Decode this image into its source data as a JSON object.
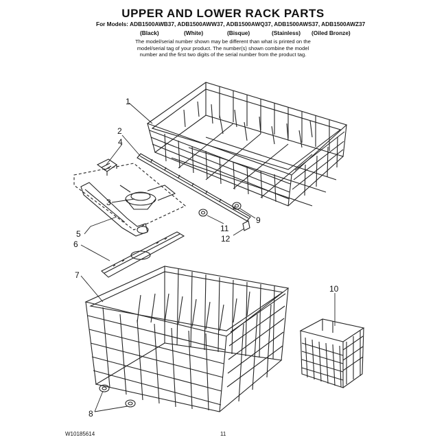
{
  "title": "UPPER AND LOWER RACK PARTS",
  "models_line": "For Models: ADB1500AWB37, ADB1500AWW37, ADB1500AWQ37, ADB1500AWS37, ADB1500AWZ37",
  "colors": [
    "(Black)",
    "(White)",
    "(Bisque)",
    "(Stainless)",
    "(Oiled Bronze)"
  ],
  "note_lines": [
    "The model/serial number shown may be different than what is printed on the",
    "model/serial tag of your product. The number(s) shown combine the model",
    "number and the first two digits of the serial number from the product tag."
  ],
  "callouts": [
    "1",
    "2",
    "3",
    "4",
    "5",
    "6",
    "7",
    "8",
    "9",
    "10",
    "11",
    "12"
  ],
  "footer": {
    "doc_number": "W10185614",
    "page": "11"
  }
}
